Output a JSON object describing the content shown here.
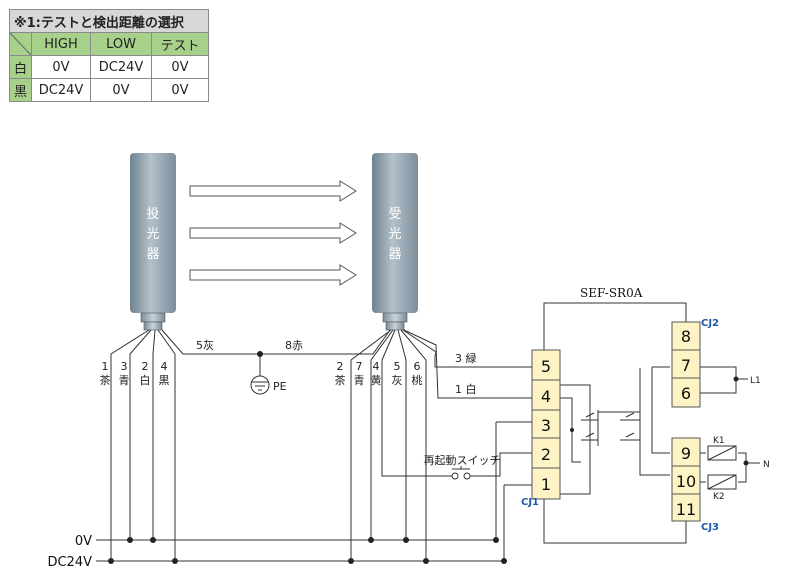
{
  "table": {
    "caption": "※1:テストと検出距離の選択",
    "headers": [
      "HIGH",
      "LOW",
      "テスト"
    ],
    "rows": [
      {
        "label": "白",
        "values": [
          "0V",
          "DC24V",
          "0V"
        ]
      },
      {
        "label": "黒",
        "values": [
          "DC24V",
          "0V",
          "0V"
        ]
      }
    ]
  },
  "emitter": {
    "chars": [
      "投",
      "光",
      "器"
    ]
  },
  "receiver": {
    "chars": [
      "受",
      "光",
      "器"
    ]
  },
  "relay": {
    "model": "SEF-SR0A",
    "cj1": "CJ1",
    "cj2": "CJ2",
    "cj3": "CJ3"
  },
  "terminals": [
    "1",
    "2",
    "3",
    "4",
    "5",
    "6",
    "7",
    "8",
    "9",
    "10",
    "11"
  ],
  "wires": {
    "emitter": [
      {
        "no": "1",
        "color": "茶"
      },
      {
        "no": "3",
        "color": "青"
      },
      {
        "no": "2",
        "color": "白"
      },
      {
        "no": "4",
        "color": "黒"
      }
    ],
    "emitter_gray": "5灰",
    "receiver_red": "8赤",
    "receiver": [
      {
        "no": "2",
        "color": "茶"
      },
      {
        "no": "7",
        "color": "青"
      },
      {
        "no": "4",
        "color": "黄"
      },
      {
        "no": "5",
        "color": "灰"
      },
      {
        "no": "6",
        "color": "桃"
      }
    ],
    "green": "3 緑",
    "white": "1 白"
  },
  "pe": "PE",
  "restart_switch": "再起動スイッチ",
  "outputs": {
    "l1": "L1",
    "n": "N",
    "k1": "K1",
    "k2": "K2"
  },
  "bus": {
    "zero": "0V",
    "dc24": "DC24V"
  }
}
